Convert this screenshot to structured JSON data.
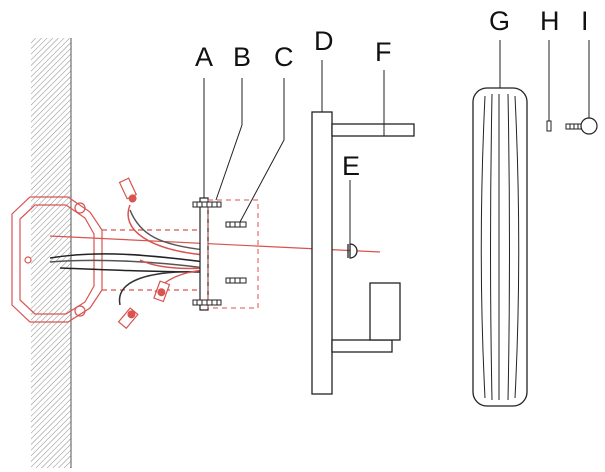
{
  "labels": {
    "A": "A",
    "B": "B",
    "C": "C",
    "D": "D",
    "E": "E",
    "F": "F",
    "G": "G",
    "H": "H",
    "I": "I"
  },
  "colors": {
    "line": "#222222",
    "red": "#d9534f",
    "hatch": "#888888",
    "background": "#ffffff"
  }
}
